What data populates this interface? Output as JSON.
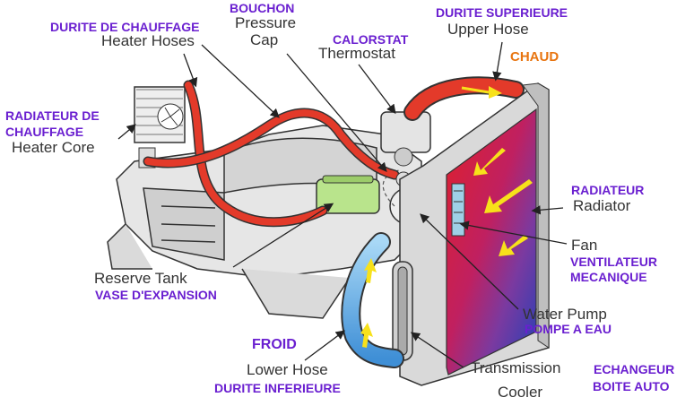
{
  "labels": {
    "heater_hoses_fr": "DURITE DE CHAUFFAGE",
    "heater_hoses_en": "Heater Hoses",
    "pressure_cap_fr": "BOUCHON",
    "pressure_cap_en_1": "Pressure",
    "pressure_cap_en_2": "Cap",
    "thermostat_fr": "CALORSTAT",
    "thermostat_en": "Thermostat",
    "upper_hose_fr": "DURITE SUPERIEURE",
    "upper_hose_en": "Upper Hose",
    "hot": "CHAUD",
    "heater_core_fr_1": "RADIATEUR DE",
    "heater_core_fr_2": "CHAUFFAGE",
    "heater_core_en": "Heater Core",
    "radiator_fr": "RADIATEUR",
    "radiator_en": "Radiator",
    "fan_en": "Fan",
    "fan_fr_1": "VENTILATEUR",
    "fan_fr_2": "MECANIQUE",
    "reserve_tank_en": "Reserve Tank",
    "reserve_tank_fr": "VASE D'EXPANSION",
    "water_pump_en": "Water Pump",
    "water_pump_fr": "POMPE A EAU",
    "cold": "FROID",
    "lower_hose_en": "Lower Hose",
    "lower_hose_fr": "DURITE INFERIEURE",
    "trans_cooler_en_1": "Transmission",
    "trans_cooler_en_2": "Cooler",
    "trans_cooler_fr_1": "ECHANGEUR",
    "trans_cooler_fr_2": "BOITE AUTO"
  },
  "colors": {
    "hot": "#e0202a",
    "cold": "#2040b8",
    "hose_hot": "#e33a2a",
    "hose_cold": "#6fb6e8",
    "french_label": "#6a1fd0",
    "hot_label": "#e8740f",
    "arrow": "#f7e11a",
    "reserve_tank": "#b9e48c"
  }
}
